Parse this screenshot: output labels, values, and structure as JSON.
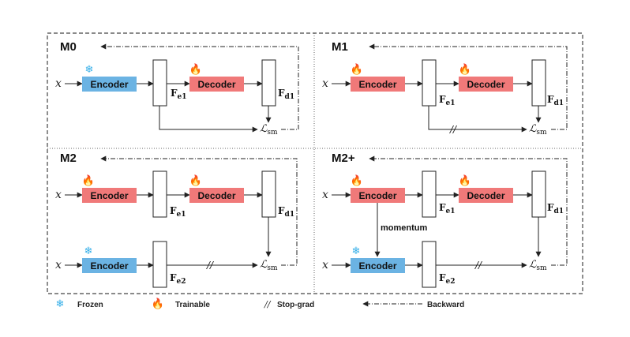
{
  "panels": {
    "m0": {
      "title": "M0"
    },
    "m1": {
      "title": "M1"
    },
    "m2": {
      "title": "M2"
    },
    "m2p": {
      "title": "M2+"
    }
  },
  "labels": {
    "encoder": "Encoder",
    "decoder": "Decoder",
    "input_x": "x",
    "feat_e1_main": "F",
    "feat_e1_sub": "e1",
    "feat_d1_main": "F",
    "feat_d1_sub": "d1",
    "feat_e2_main": "F",
    "feat_e2_sub": "e2",
    "loss_main": "ℒ",
    "loss_sub": "sm",
    "stop_grad_mark": "//",
    "momentum": "momentum"
  },
  "legend": {
    "frozen": "Frozen",
    "trainable": "Trainable",
    "stopgrad_symbol": "//",
    "stopgrad": "Stop-grad",
    "backward": "Backward"
  },
  "colors": {
    "encoder_frozen": "#6bb3e3",
    "encoder_trainable": "#f07979",
    "decoder": "#f07979",
    "snowflake": "#33aee8",
    "flame": "#f26a21"
  }
}
